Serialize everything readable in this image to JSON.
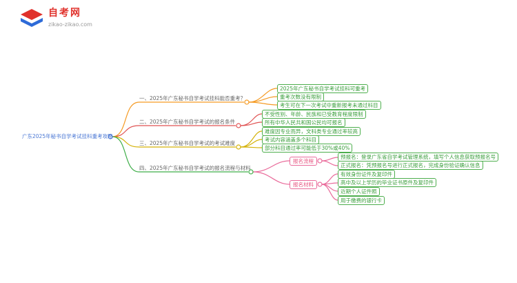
{
  "logo": {
    "title": "自考网",
    "domain": "zikao-zikao.com"
  },
  "root": {
    "label": "广东2025年秘书自学考试挂科重考攻略"
  },
  "colors": {
    "branch1": "#f59a23",
    "branch2": "#e05252",
    "branch3": "#d4b106",
    "branch4": "#3fae49",
    "subnode": "#e96a9a",
    "leaf": "#4cae4c",
    "root": "#4a77d4",
    "brand": "#e0312b"
  },
  "branches": [
    {
      "label": "一、2025年广东秘书自学考试挂科能否重考？",
      "leaves": [
        "2025年广东秘书自学考试挂科可重考",
        "重考次数没有限制",
        "考生可在下一次考试中重新报考未通过科目"
      ]
    },
    {
      "label": "二、2025年广东秘书自学考试的报名条件",
      "leaves": [
        "不受性别、年龄、民族和已受教育程度限制",
        "所有中华人民共和国公民均可报名"
      ]
    },
    {
      "label": "三、2025年广东秘书自学考试的考试难度",
      "leaves": [
        "难度因专业而异，文科类专业通过率较高",
        "考试内容涵盖多个科目",
        "部分科目通过率可能低于30%或40%"
      ]
    },
    {
      "label": "四、2025年广东秘书自学考试的报名流程与材料",
      "children": [
        {
          "label": "报名流程",
          "leaves": [
            "预报名：登录广东省自学考试管理系统，填写个人信息获取预报名号",
            "正式报名：凭预报名号进行正式报名，完成身份验证确认信息"
          ]
        },
        {
          "label": "报名材料",
          "leaves": [
            "有效身份证件及复印件",
            "高中及以上学历的毕业证书原件及复印件",
            "近期个人证件照",
            "用于缴费的银行卡"
          ]
        }
      ]
    }
  ]
}
